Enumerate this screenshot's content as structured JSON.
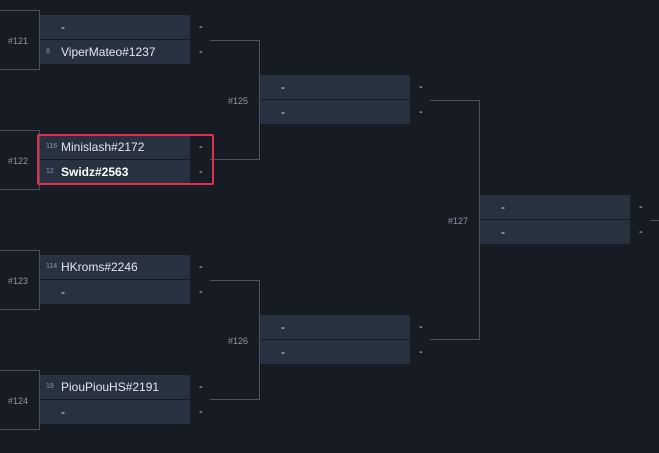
{
  "colors": {
    "background": "#161b24",
    "slot": "#283140",
    "connector": "#4a5260",
    "highlight": "#e0304b"
  },
  "matches": {
    "m121": {
      "label": "#121",
      "p1": {
        "seed": "",
        "name": "-"
      },
      "p2": {
        "seed": "8",
        "name": "ViperMateo#1237"
      },
      "score1": "-",
      "score2": "-"
    },
    "m122": {
      "label": "#122",
      "p1": {
        "seed": "116",
        "name": "Minislash#2172"
      },
      "p2": {
        "seed": "12",
        "name": "Swidz#2563"
      },
      "score1": "-",
      "score2": "-"
    },
    "m123": {
      "label": "#123",
      "p1": {
        "seed": "114",
        "name": "HKroms#2246"
      },
      "p2": {
        "seed": "",
        "name": "-"
      },
      "score1": "-",
      "score2": "-"
    },
    "m124": {
      "label": "#124",
      "p1": {
        "seed": "19",
        "name": "PiouPiouHS#2191"
      },
      "p2": {
        "seed": "",
        "name": "-"
      },
      "score1": "-",
      "score2": "-"
    },
    "m125": {
      "label": "#125",
      "p1": {
        "seed": "",
        "name": "-"
      },
      "p2": {
        "seed": "",
        "name": "-"
      },
      "score1": "-",
      "score2": "-"
    },
    "m126": {
      "label": "#126",
      "p1": {
        "seed": "",
        "name": "-"
      },
      "p2": {
        "seed": "",
        "name": "-"
      },
      "score1": "-",
      "score2": "-"
    },
    "m127": {
      "label": "#127",
      "p1": {
        "seed": "",
        "name": "-"
      },
      "p2": {
        "seed": "",
        "name": "-"
      },
      "score1": "-",
      "score2": "-"
    }
  }
}
